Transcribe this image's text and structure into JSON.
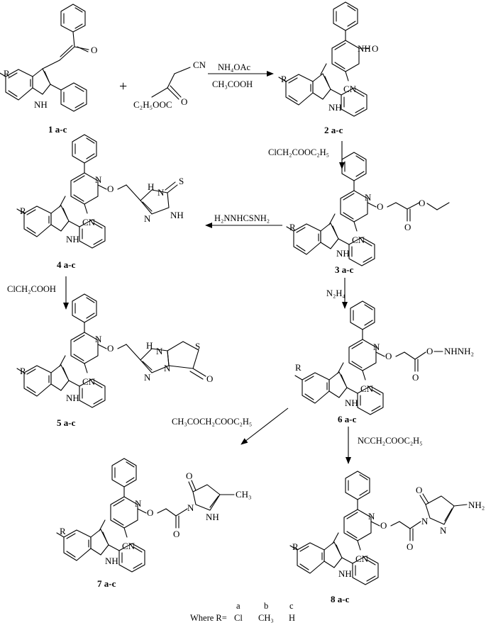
{
  "compounds": {
    "c1": "1 a-c",
    "c2": "2 a-c",
    "c3": "3 a-c",
    "c4": "4 a-c",
    "c5": "5 a-c",
    "c6": "6 a-c",
    "c7": "7 a-c",
    "c8": "8 a-c"
  },
  "reagents": {
    "plus": "+",
    "r1a": "NH₄OAc",
    "r1b": "CH₃COOH",
    "r2": "ClCH₂COOC₂H₅",
    "r3": "H₂NNHCSNH₂",
    "r4": "ClCH₂COOH",
    "r5": "N₂H₄",
    "r6": "CH₃COCH₂COOC₂H₅",
    "r7": "NCCH₂COOC₂H₅"
  },
  "atoms": {
    "R": "R",
    "O": "O",
    "NH": "NH",
    "H": "H",
    "N": "N",
    "S": "S",
    "CN": "CN",
    "CH3": "CH₃",
    "NH2": "NH₂",
    "NHNH2": "NHNH₂",
    "C2H5OOC": "C₂H₅OOC"
  },
  "legend": {
    "where": "Where  R=",
    "a": "a",
    "b": "b",
    "c": "c",
    "va": "Cl",
    "vb": "CH₃",
    "vc": "H"
  }
}
